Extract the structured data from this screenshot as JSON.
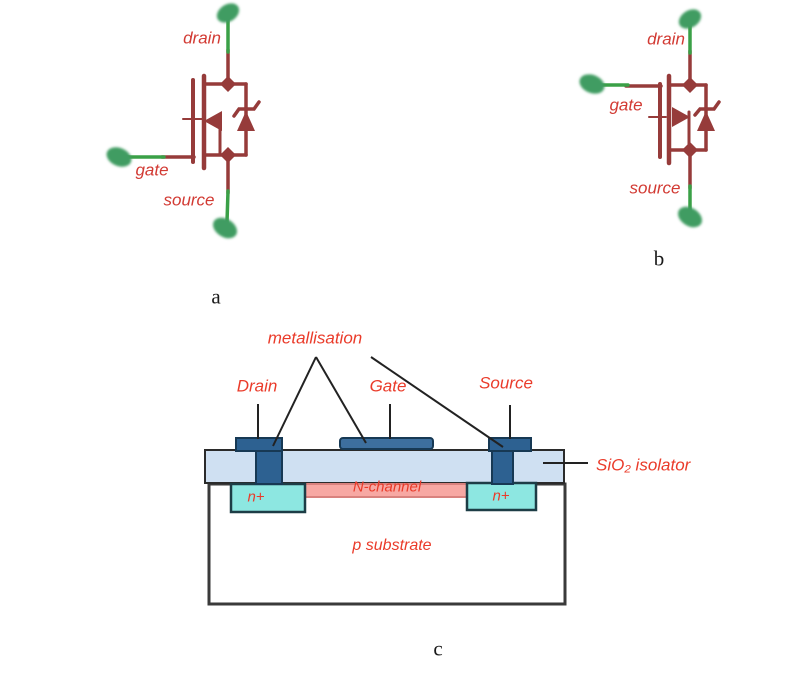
{
  "figure": {
    "panel_a": {
      "panel_label": "a",
      "labels": {
        "drain": "drain",
        "gate": "gate",
        "source": "source"
      }
    },
    "panel_b": {
      "panel_label": "b",
      "labels": {
        "drain": "drain",
        "gate": "gate",
        "source": "source"
      }
    },
    "panel_c": {
      "panel_label": "c",
      "labels": {
        "metallisation": "metallisation",
        "drain": "Drain",
        "gate": "Gate",
        "source": "Source",
        "sio2_isolator": "SiO₂ isolator",
        "n_channel": "N-channel",
        "n_plus_left": "n+",
        "n_plus_right": "n+",
        "p_substrate": "p substrate"
      }
    },
    "colors": {
      "circuit_dark_red": "#963b3a",
      "terminal_green": "#3f9c62",
      "wire_green": "#3aa047",
      "label_red_symbols": "#d23a33",
      "label_red_cross_section": "#ea3b2a",
      "oxide_light_blue": "#cfe0f2",
      "contact_dark_blue": "#2d6191",
      "gate_metal_blue": "#3d6f9e",
      "n_plus_cyan": "#8de7e1",
      "channel_pink": "#f7a8a3",
      "outline_dark": "#3a3a3a"
    }
  }
}
